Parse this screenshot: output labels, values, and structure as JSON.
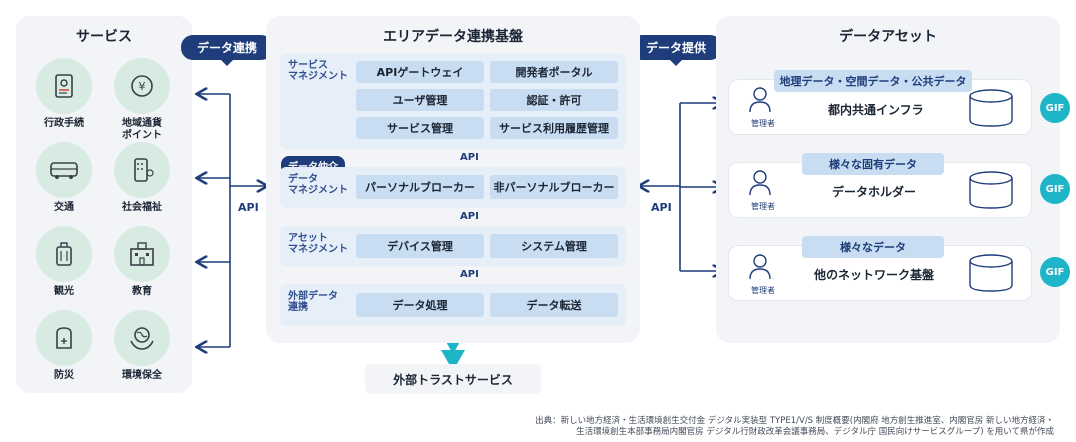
{
  "services": {
    "title": "サービス",
    "items": [
      {
        "label": "行政手続",
        "icon": "document-id-icon"
      },
      {
        "label": "地域通貨\nポイント",
        "icon": "yen-coin-icon"
      },
      {
        "label": "交通",
        "icon": "bus-icon"
      },
      {
        "label": "社会福祉",
        "icon": "welfare-icon"
      },
      {
        "label": "観光",
        "icon": "suitcase-icon"
      },
      {
        "label": "教育",
        "icon": "school-icon"
      },
      {
        "label": "防災",
        "icon": "emergency-bag-icon"
      },
      {
        "label": "環境保全",
        "icon": "earth-hands-icon"
      }
    ]
  },
  "left_pill": "データ連携",
  "left_api": "API",
  "platform": {
    "title": "エリアデータ連携基盤",
    "service_mgmt": {
      "label": "サービス\nマネジメント",
      "boxes": [
        "APIゲートウェイ",
        "開発者ポータル",
        "ユーザ管理",
        "認証・許可",
        "サービス管理",
        "サービス利用履歴管理"
      ]
    },
    "broker_chip": "データ仲介",
    "data_mgmt": {
      "label": "データ\nマネジメント",
      "boxes": [
        "パーソナルブローカー",
        "非パーソナルブローカー"
      ]
    },
    "asset_mgmt": {
      "label": "アセット\nマネジメント",
      "boxes": [
        "デバイス管理",
        "システム管理"
      ]
    },
    "external": {
      "label": "外部データ\n連携",
      "boxes": [
        "データ処理",
        "データ転送"
      ]
    },
    "api_labels": [
      "API",
      "API",
      "API"
    ],
    "trust": "外部トラストサービス"
  },
  "right_pill": "データ提供",
  "right_api": "API",
  "assets": {
    "title": "データアセット",
    "manager_label": "管理者",
    "gif_label": "GIF",
    "items": [
      {
        "tag": "地理データ・空間データ・公共データ",
        "name": "都内共通インフラ"
      },
      {
        "tag": "様々な固有データ",
        "name": "データホルダー"
      },
      {
        "tag": "様々なデータ",
        "name": "他のネットワーク基盤"
      }
    ]
  },
  "source": {
    "line1": "出典：新しい地方経済・生活環境創生交付金 デジタル実装型 TYPE1/V/S 制度概要(内閣府 地方創生推進室、内閣官房 新しい地方経済・",
    "line2": "生活環境創生本部事務局内閣官房 デジタル行財政改革会議事務局、デジタル庁 国民向けサービスグループ) を用いて県が作成"
  },
  "colors": {
    "navy": "#1f3d7a",
    "service_circle": "#d7ebe3",
    "layer_bg": "#e6eef8",
    "box": "#c8ddf2",
    "gif": "#1fb5c9",
    "panel": "#f2f4f7"
  }
}
